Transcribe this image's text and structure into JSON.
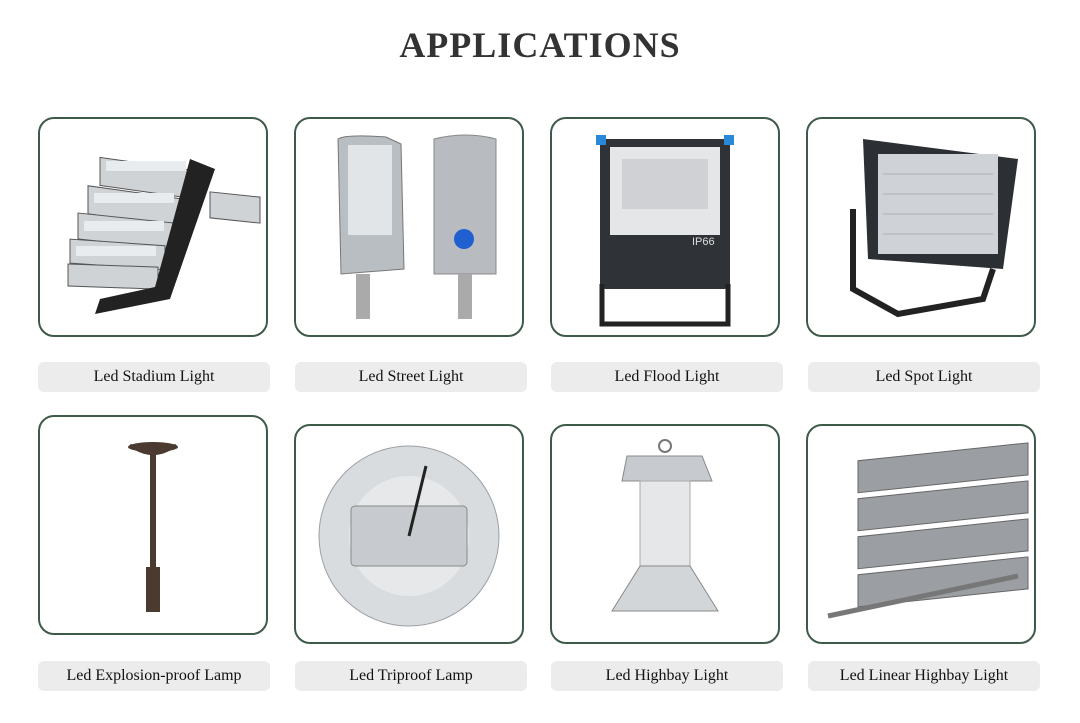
{
  "page": {
    "title": "APPLICATIONS"
  },
  "products": [
    {
      "name": "Led Stadium Light",
      "icon": "stadium-light-icon"
    },
    {
      "name": "Led Street Light",
      "icon": "street-light-icon"
    },
    {
      "name": "Led Flood Light",
      "icon": "flood-light-icon",
      "badge": "IP66"
    },
    {
      "name": "Led Spot Light",
      "icon": "spot-light-icon"
    },
    {
      "name": "Led Explosion-proof Lamp",
      "icon": "pole-lamp-icon"
    },
    {
      "name": "Led Triproof Lamp",
      "icon": "ufo-highbay-icon"
    },
    {
      "name": "Led Highbay Light",
      "icon": "highbay-bell-icon"
    },
    {
      "name": "Led Linear Highbay Light",
      "icon": "linear-highbay-icon"
    }
  ],
  "colors": {
    "card_border": "#3e5a48",
    "label_bg": "#ececec",
    "title": "#333333"
  }
}
